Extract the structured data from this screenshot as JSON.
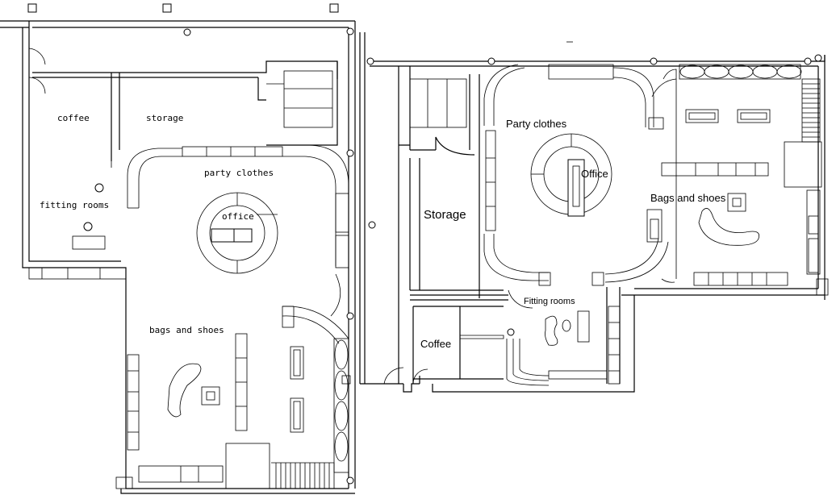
{
  "plans": [
    {
      "rooms": [
        {
          "id": "coffee",
          "label": "coffee"
        },
        {
          "id": "storage",
          "label": "storage"
        },
        {
          "id": "party-clothes",
          "label": "party clothes"
        },
        {
          "id": "fitting-rooms",
          "label": "fitting rooms"
        },
        {
          "id": "office",
          "label": "office"
        },
        {
          "id": "bags-and-shoes",
          "label": "bags and shoes"
        }
      ]
    },
    {
      "rooms": [
        {
          "id": "party-clothes",
          "label": "Party clothes"
        },
        {
          "id": "office",
          "label": "Office"
        },
        {
          "id": "storage",
          "label": "Storage"
        },
        {
          "id": "bags-and-shoes",
          "label": "Bags and shoes"
        },
        {
          "id": "fitting-rooms",
          "label": "Fitting rooms"
        },
        {
          "id": "coffee",
          "label": "Coffee"
        }
      ]
    }
  ],
  "colors": {
    "line": "#000000",
    "background": "#ffffff"
  }
}
